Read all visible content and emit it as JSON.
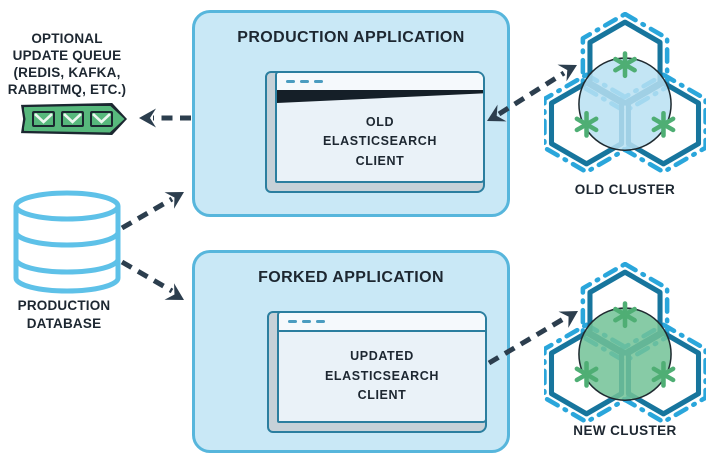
{
  "queue": {
    "lines": [
      "OPTIONAL",
      "UPDATE QUEUE",
      "(REDIS, KAFKA,",
      "RABBITMQ, ETC.)"
    ],
    "envelope_count": 3
  },
  "production_app": {
    "title": "PRODUCTION APPLICATION",
    "window_lines": [
      "OLD",
      "ELASTICSEARCH",
      "CLIENT"
    ]
  },
  "forked_app": {
    "title": "FORKED APPLICATION",
    "window_lines": [
      "UPDATED",
      "ELASTICSEARCH",
      "CLIENT"
    ]
  },
  "database": {
    "lines": [
      "PRODUCTION",
      "DATABASE"
    ]
  },
  "old_cluster": {
    "label": "OLD CLUSTER",
    "node_count": 3
  },
  "new_cluster": {
    "label": "NEW CLUSTER",
    "node_count": 3
  },
  "colors": {
    "app_box_fill": "#c9e8f6",
    "app_box_border": "#57b6dc",
    "window_border": "#2b7e9f",
    "window_body": "#eaf2f8",
    "window_wedge": "#151f28",
    "queue_green": "#57b87c",
    "hexagon_solid": "#17759d",
    "hexagon_dashed": "#2aa6db",
    "old_circle_fill": "#b9e0f2",
    "new_circle_fill": "#72c296",
    "asterisk_green": "#4fae74",
    "database_stroke": "#5ec1e8",
    "arrow": "#2c3e4e",
    "text_dark": "#1d2731"
  }
}
